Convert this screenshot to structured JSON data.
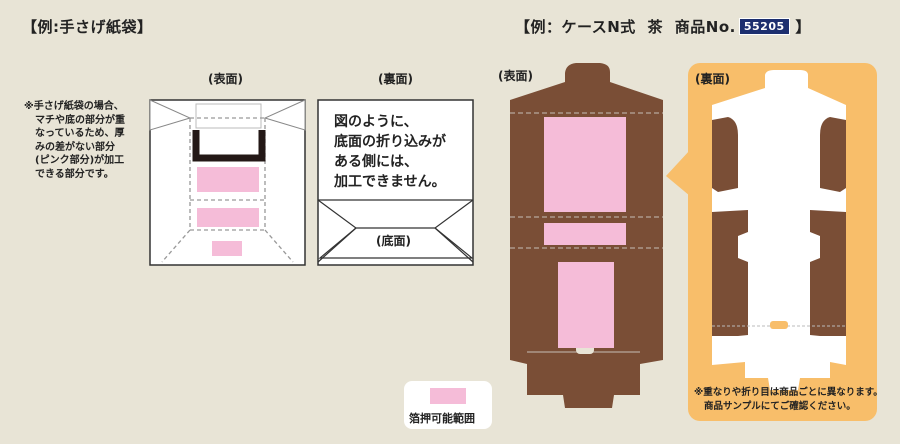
{
  "left_title": "【例:手さげ紙袋】",
  "right_title_prefix": "【例：ケースN式",
  "right_title_tea": "茶",
  "right_title_product": "商品No.",
  "product_number": "55205",
  "right_title_suffix": "】",
  "bag_front_label": "(表面)",
  "bag_back_label": "(裏面)",
  "bag_bottom_label": "(底面)",
  "case_front_label": "(表面)",
  "case_back_label": "(裏面)",
  "bag_note_lines": [
    "※手さげ紙袋の場合、",
    "マチや底の部分が重",
    "なっているため、厚",
    "みの差がない部分",
    "(ピンク部分)が加工",
    "できる部分です。"
  ],
  "back_message_lines": [
    "図のように、",
    "底面の折り込みが",
    "ある側には、",
    "加工できません。"
  ],
  "legend_label": "箔押可能範囲",
  "case_note_lines": [
    "※重なりや折り目は商品ごとに異なります。",
    "商品サンプルにてご確認ください。"
  ],
  "colors": {
    "background": "#e8e4d6",
    "kraft_brown": "#7a4e36",
    "foil_pink": "#f5bcd8",
    "callout_orange": "#f8be6a",
    "product_badge": "#1d2f6f"
  }
}
